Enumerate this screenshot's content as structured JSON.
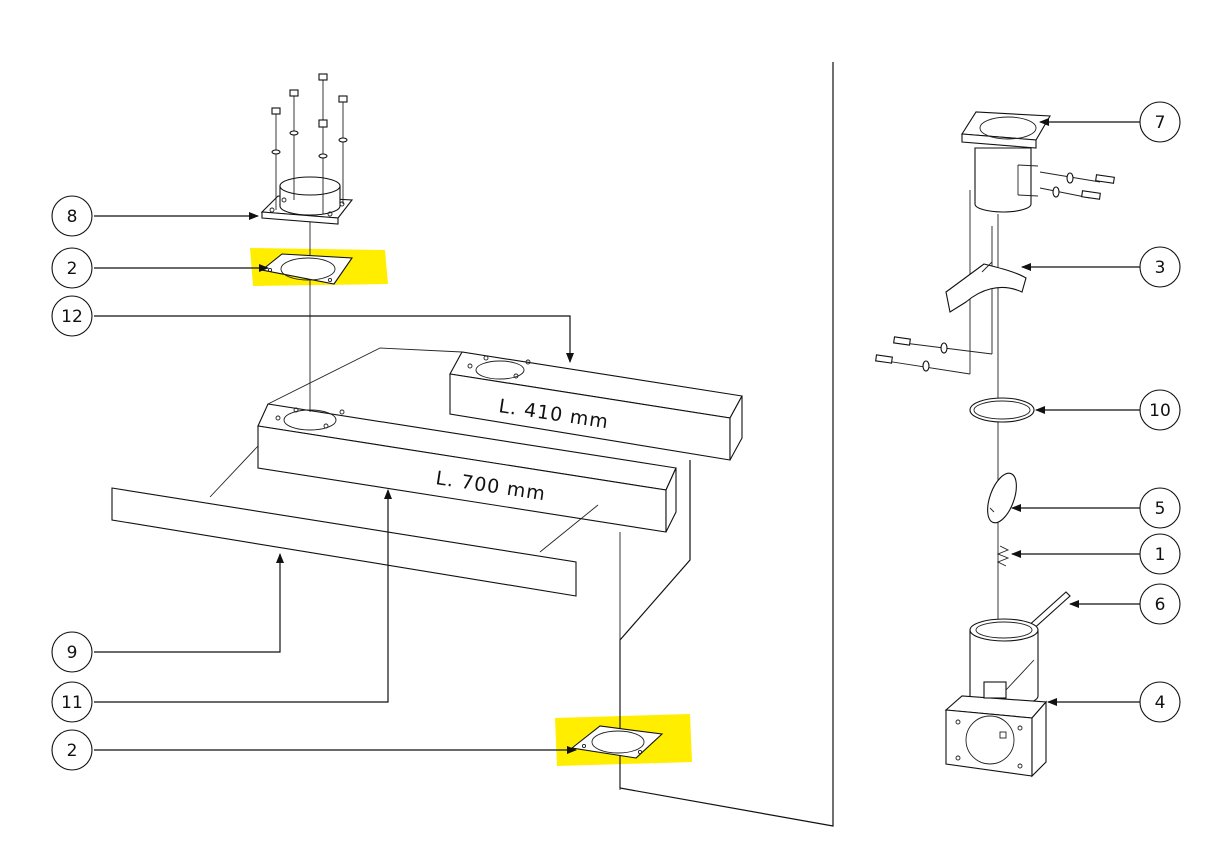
{
  "diagram": {
    "highlight_color": "#ffee00",
    "line_color": "#111111",
    "dimensions": {
      "short_beam": "L. 410 mm",
      "long_beam": "L. 700 mm"
    },
    "callouts": {
      "c8": "8",
      "c2_top": "2",
      "c12": "12",
      "c9": "9",
      "c11": "11",
      "c2_bottom": "2",
      "c7": "7",
      "c3": "3",
      "c10": "10",
      "c5": "5",
      "c1": "1",
      "c6": "6",
      "c4": "4"
    },
    "icons": [
      "bolt-icon",
      "washer-icon",
      "nut-icon",
      "flange-icon",
      "gasket-icon"
    ]
  }
}
